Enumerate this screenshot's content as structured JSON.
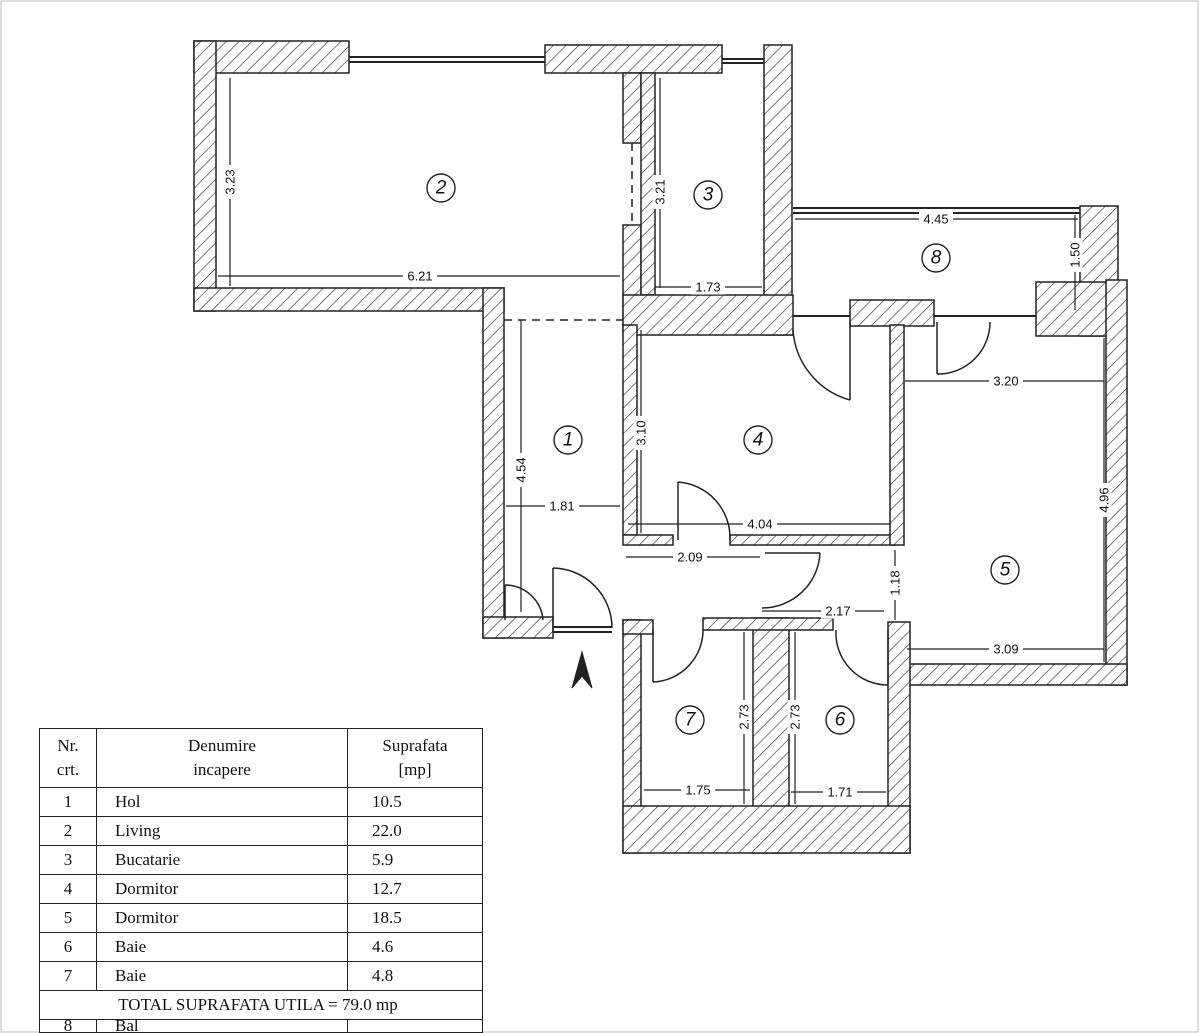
{
  "dimensions": [
    "3.23",
    "6.21",
    "3.21",
    "1.73",
    "4.45",
    "1.50",
    "3.20",
    "3.10",
    "4.54",
    "1.81",
    "4.04",
    "2.09",
    "4.96",
    "1.18",
    "2.17",
    "3.09",
    "2.73",
    "2.73",
    "1.75",
    "1.71"
  ],
  "room_labels": [
    "1",
    "2",
    "3",
    "4",
    "5",
    "6",
    "7",
    "8"
  ],
  "legend": {
    "headers": {
      "nr": [
        "Nr.",
        "crt."
      ],
      "name": [
        "Denumire",
        "incapere"
      ],
      "area": [
        "Suprafata",
        "[mp]"
      ]
    },
    "rows": [
      {
        "nr": "1",
        "name": "Hol",
        "area": "10.5"
      },
      {
        "nr": "2",
        "name": "Living",
        "area": "22.0"
      },
      {
        "nr": "3",
        "name": "Bucatarie",
        "area": "5.9"
      },
      {
        "nr": "4",
        "name": "Dormitor",
        "area": "12.7"
      },
      {
        "nr": "5",
        "name": "Dormitor",
        "area": "18.5"
      },
      {
        "nr": "6",
        "name": "Baie",
        "area": "4.6"
      },
      {
        "nr": "7",
        "name": "Baie",
        "area": "4.8"
      }
    ],
    "total": "TOTAL SUPRAFATA UTILA = 79.0 mp",
    "cut_row": {
      "nr": "8",
      "name": "Bal"
    }
  }
}
